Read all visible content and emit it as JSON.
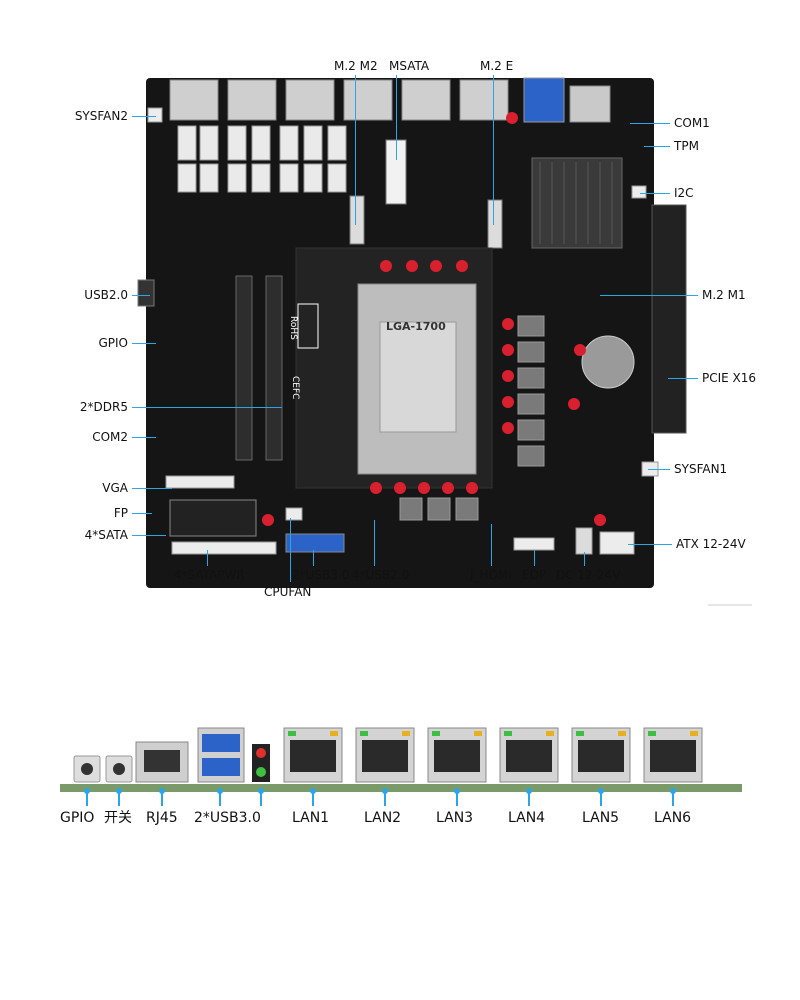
{
  "board": {
    "socket_text": "LGA-1700",
    "rohs_text": "RoHS",
    "cefc_text": "CEFC"
  },
  "labels": {
    "m2_m2": "M.2 M2",
    "msata": "MSATA",
    "m2_e": "M.2 E",
    "sysfan2": "SYSFAN2",
    "com1": "COM1",
    "tpm": "TPM",
    "i2c": "I2C",
    "usb20_left": "USB2.0",
    "m2_m1": "M.2 M1",
    "gpio_left": "GPIO",
    "pcie_x16": "PCIE X16",
    "ddr5": "2*DDR5",
    "com2": "COM2",
    "sysfan1": "SYSFAN1",
    "vga": "VGA",
    "fp": "FP",
    "sata": "4*SATA",
    "atx": "ATX 12-24V",
    "satapwr": "4*SATAPWR",
    "usb30_bottom": "2*USB3.0",
    "usb20_bottom": "4*USB2.0",
    "j_hdmi": "J_HDMI",
    "edp": "EDP",
    "dc": "DC 12-24V",
    "cpufan": "CPUFAN"
  },
  "io_labels": {
    "gpio": "GPIO",
    "switch": "开关",
    "rj45": "RJ45",
    "usb30": "2*USB3.0",
    "lan1": "LAN1",
    "lan2": "LAN2",
    "lan3": "LAN3",
    "lan4": "LAN4",
    "lan5": "LAN5",
    "lan6": "LAN6"
  },
  "colors": {
    "accent": "#2aa6e8",
    "board": "#151515",
    "io_strip": "#7a9a6a"
  }
}
